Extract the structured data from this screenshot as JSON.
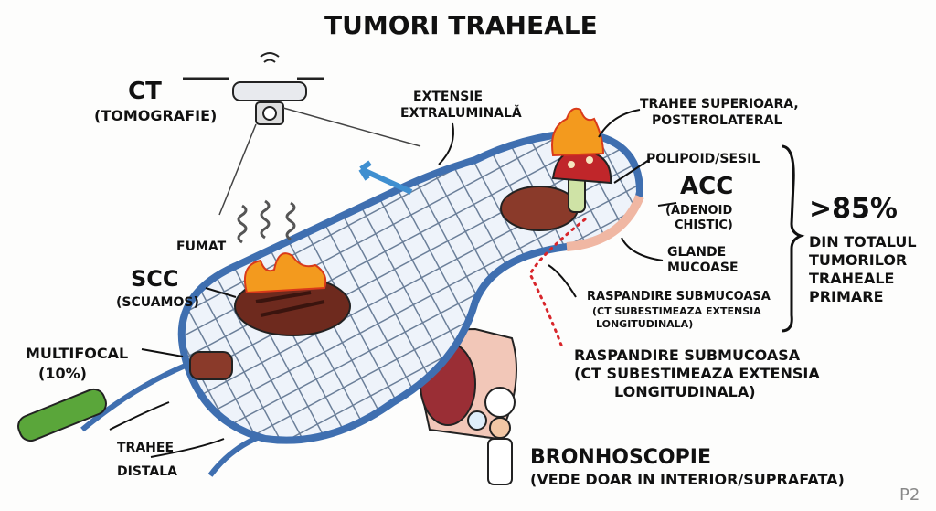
{
  "title": "TUMORI TRAHEALE",
  "ct": {
    "label": "CT",
    "sub": "(TOMOGRAFIE)"
  },
  "extensie": {
    "line1": "EXTENSIE",
    "line2": "EXTRALUMINALĂ"
  },
  "trahee_sup": {
    "line1": "TRAHEE SUPERIOARA,",
    "line2": "POSTEROLATERAL"
  },
  "polipoid": "POLIPOID/SESIL",
  "acc": {
    "label": "ACC",
    "line1": "(ADENOID",
    "line2": "CHISTIC)"
  },
  "glande": {
    "line1": "GLANDE",
    "line2": "MUCOASE"
  },
  "stat": {
    "value": ">85%",
    "line1": "DIN TOTALUL",
    "line2": "TUMORILOR",
    "line3": "TRAHEALE",
    "line4": "PRIMARE"
  },
  "spread1": {
    "line1": "RASPANDIRE SUBMUCOASA",
    "line2": "(CT SUBESTIMEAZA EXTENSIA",
    "line3": "LONGITUDINALA)"
  },
  "spread2": {
    "line1": "RASPANDIRE SUBMUCOASA",
    "line2": "(CT SUBESTIMEAZA EXTENSIA",
    "line3": "LONGITUDINALA)"
  },
  "fumat": "FUMAT",
  "scc": {
    "label": "SCC",
    "sub": "(SCUAMOS)"
  },
  "multifocal": {
    "line1": "MULTIFOCAL",
    "line2": "(10%)"
  },
  "distala": {
    "line1": "TRAHEE",
    "line2": "DISTALA"
  },
  "bronho": {
    "label": "BRONHOSCOPIE",
    "sub": "(VEDE DOAR IN INTERIOR/SUPRAFATA)"
  },
  "page": "P2",
  "colors": {
    "grill": "#3f6fb0",
    "meat": "#8a3a2a",
    "flame": "#f39a1e",
    "handle": "#5aa63a",
    "dots": "#d8262b"
  }
}
